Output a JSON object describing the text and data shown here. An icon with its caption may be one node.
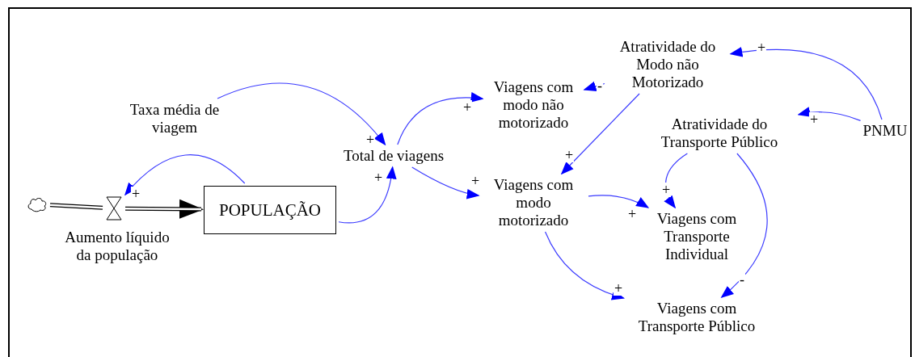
{
  "diagram": {
    "nodes": [
      {
        "text": [],
        "shape": "cloud"
      },
      {
        "text": [],
        "shape": "valve",
        "beside": [
          "Aumento líquido da população"
        ]
      },
      {
        "text": [
          "POPULAÇÃO"
        ]
      },
      {
        "text": [
          "Taxa média de viagem"
        ]
      },
      {
        "text": [
          "Total de viagens"
        ]
      },
      {
        "text": [
          "Viagens com modo não motorizado"
        ]
      },
      {
        "text": [
          "Atratividade do Modo não Motorizado"
        ]
      },
      {
        "text": [
          "Viagens com modo motorizado"
        ]
      },
      {
        "text": [
          "Atratividade do Transporte Público"
        ]
      },
      {
        "text": [
          "PNMU"
        ]
      },
      {
        "text": [
          "Viagens com Transporte Individual"
        ]
      },
      {
        "text": [
          "Viagens com Transporte Público"
        ]
      }
    ],
    "edges": [
      {
        "from": 0,
        "to": 1,
        "arrow": "none",
        "style": "thick",
        "color": "#000000"
      },
      {
        "from": 1,
        "to": 2,
        "arrow": "to",
        "style": "thick",
        "color": "#000000"
      },
      {
        "from": 2,
        "to": 1,
        "arrow": "to",
        "label": "+"
      },
      {
        "from": 3,
        "to": 4,
        "arrow": "to",
        "label": "+"
      },
      {
        "from": 2,
        "to": 4,
        "arrow": "to",
        "label": "+"
      },
      {
        "from": 4,
        "to": 5,
        "arrow": "to",
        "label": "+"
      },
      {
        "from": 4,
        "to": 7,
        "arrow": "to",
        "label": "+"
      },
      {
        "from": 6,
        "to": 5,
        "arrow": "to",
        "label": "-"
      },
      {
        "from": 6,
        "to": 7,
        "arrow": "to",
        "label": "+"
      },
      {
        "from": 9,
        "to": 6,
        "arrow": "to",
        "label": "+"
      },
      {
        "from": 9,
        "to": 8,
        "arrow": "to",
        "label": "+"
      },
      {
        "from": 7,
        "to": 10,
        "arrow": "to",
        "label": "+"
      },
      {
        "from": 8,
        "to": 10,
        "arrow": "to",
        "label": "+"
      },
      {
        "from": 7,
        "to": 11,
        "arrow": "to",
        "label": "+"
      },
      {
        "from": 8,
        "to": 11,
        "arrow": "to",
        "label": "-"
      }
    ]
  }
}
